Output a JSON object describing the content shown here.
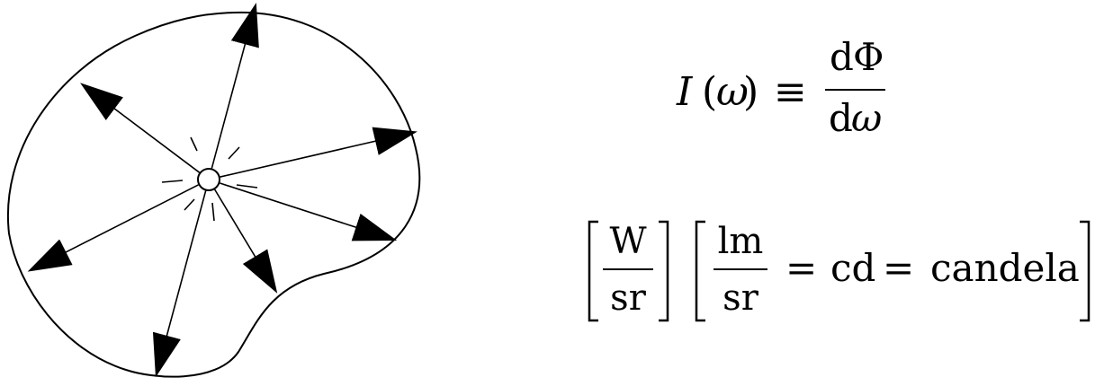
{
  "diagram": {
    "rays": [
      {
        "id": "up",
        "angle_deg": -75
      },
      {
        "id": "upper-left",
        "angle_deg": -143
      },
      {
        "id": "right",
        "angle_deg": -13
      },
      {
        "id": "lower-right",
        "angle_deg": 18
      },
      {
        "id": "down-right",
        "angle_deg": 59
      },
      {
        "id": "down",
        "angle_deg": 105
      },
      {
        "id": "left-down",
        "angle_deg": 153
      }
    ]
  },
  "equation1": {
    "lhs_I": "I",
    "lhs_open": "(",
    "lhs_omega": "ω",
    "lhs_close": ")",
    "equiv": "≡",
    "num_d": "d",
    "num_phi": "Φ",
    "den_d": "d",
    "den_omega": "ω"
  },
  "equation2": {
    "unit1_num": "W",
    "unit1_den": "sr",
    "unit2_num": "lm",
    "unit2_den": "sr",
    "eq1": "=",
    "cd": "cd",
    "eq2": "=",
    "candela": "candela"
  }
}
